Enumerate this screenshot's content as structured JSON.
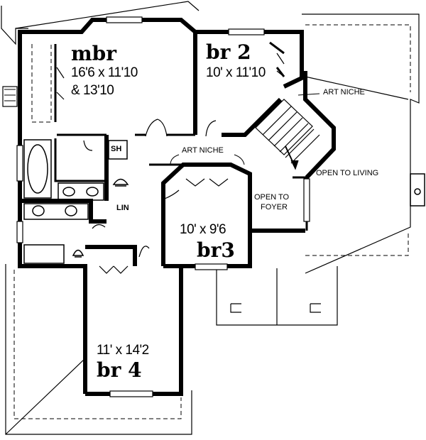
{
  "rooms": {
    "mbr": {
      "name": "mbr",
      "dim1": "16'6 x 11'10",
      "dim2": "& 13'10"
    },
    "br2": {
      "name": "br 2",
      "dim": "10' x 11'10"
    },
    "br3": {
      "name": "br3",
      "dim": "10' x 9'6"
    },
    "br4": {
      "name": "br 4",
      "dim": "11' x 14'2"
    }
  },
  "labels": {
    "art_niche_top": "ART NICHE",
    "art_niche_mid": "ART NICHE",
    "open_to_living": "OPEN TO LIVING",
    "open_to_foyer_1": "OPEN TO",
    "open_to_foyer_2": "FOYER",
    "shower": "SH",
    "linen": "LIN"
  },
  "colors": {
    "ink": "#000000",
    "paper": "#ffffff"
  }
}
